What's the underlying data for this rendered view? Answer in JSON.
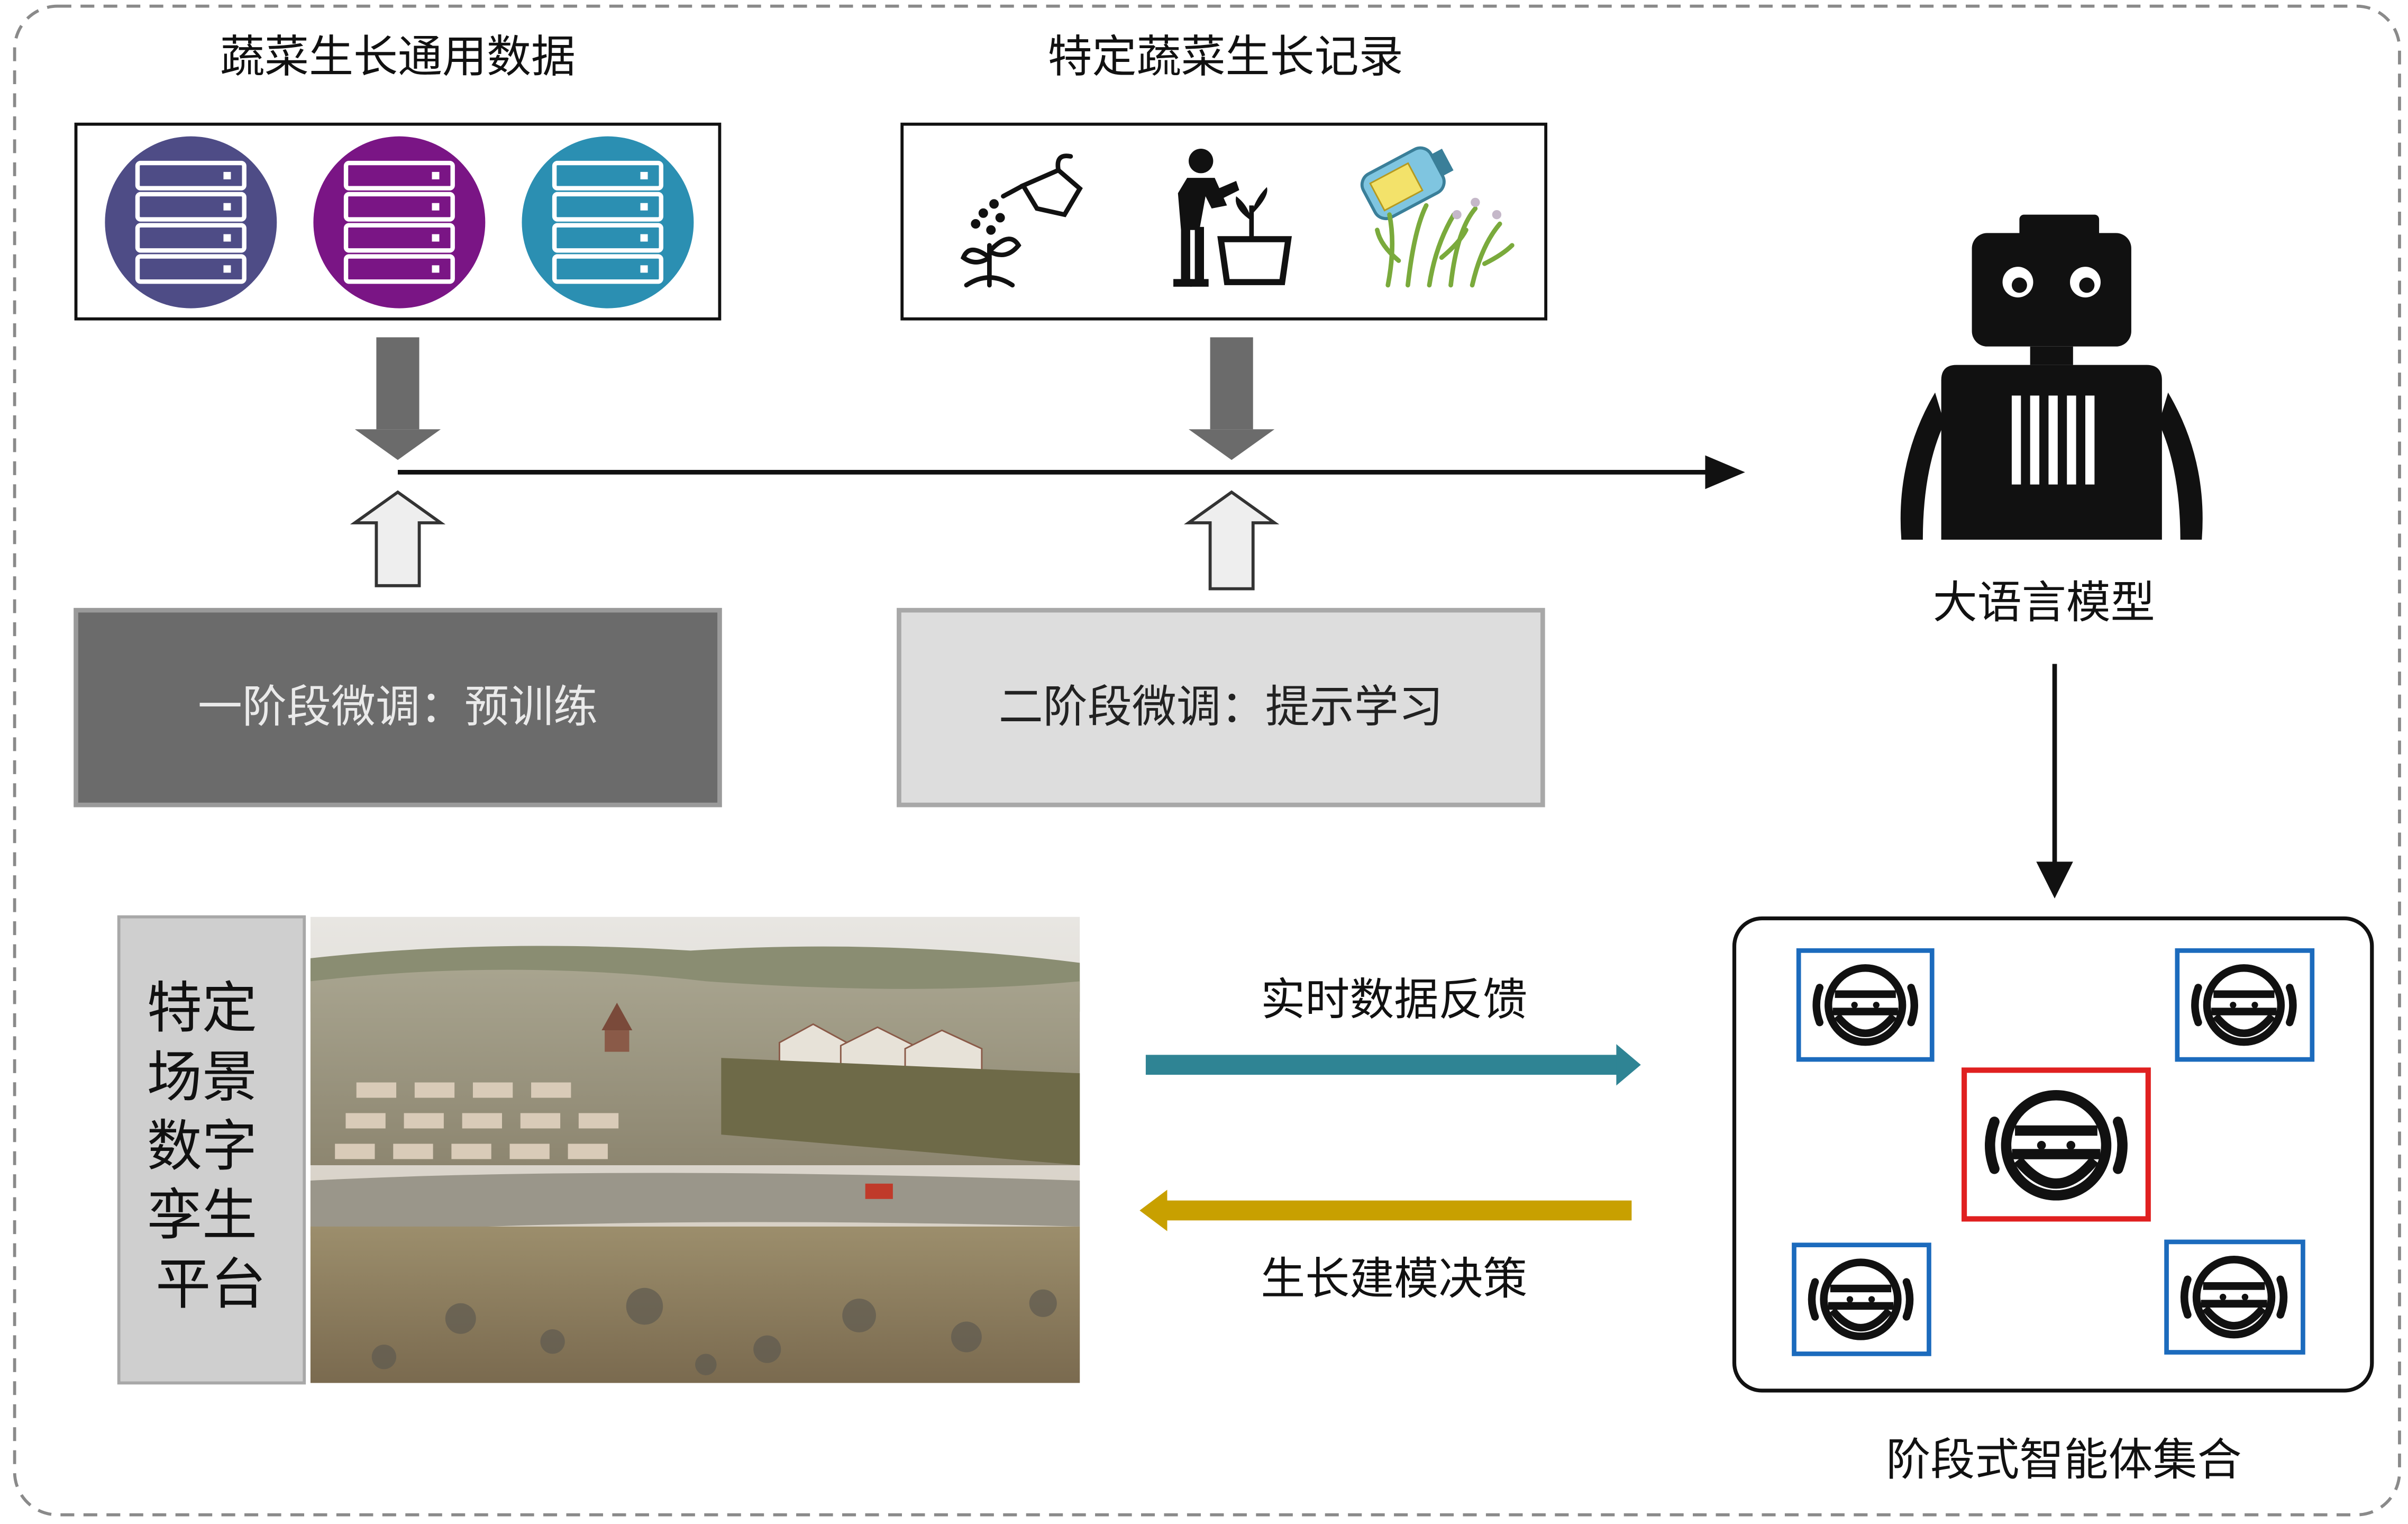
{
  "general_data": {
    "title": "蔬菜生长通用数据"
  },
  "specific_records": {
    "title": "特定蔬菜生长记录"
  },
  "stage1": {
    "label": "一阶段微调：预训练"
  },
  "stage2": {
    "label": "二阶段微调：提示学习"
  },
  "llm": {
    "label": "大语言模型"
  },
  "agents": {
    "label": "阶段式智能体集合"
  },
  "digital_twin": {
    "label_lines": [
      "特定",
      "场景",
      "数字",
      "孪生",
      "平台"
    ]
  },
  "feedback": {
    "label": "实时数据反馈",
    "color": "#2f8494"
  },
  "decision": {
    "label": "生长建模决策",
    "color": "#c8a000"
  },
  "colors": {
    "db1": "#4e4c86",
    "db2": "#7a1585",
    "db3": "#2b8fb2",
    "stage1_fill": "#6b6b6b",
    "stage2_fill": "#dddddd",
    "agent_blue": "#1c6bbd",
    "agent_red": "#e02020"
  },
  "icons": [
    "database-icon",
    "watering-can-icon",
    "gardener-icon",
    "fertilizer-spray-icon",
    "robot-icon",
    "agent-face-icon"
  ]
}
